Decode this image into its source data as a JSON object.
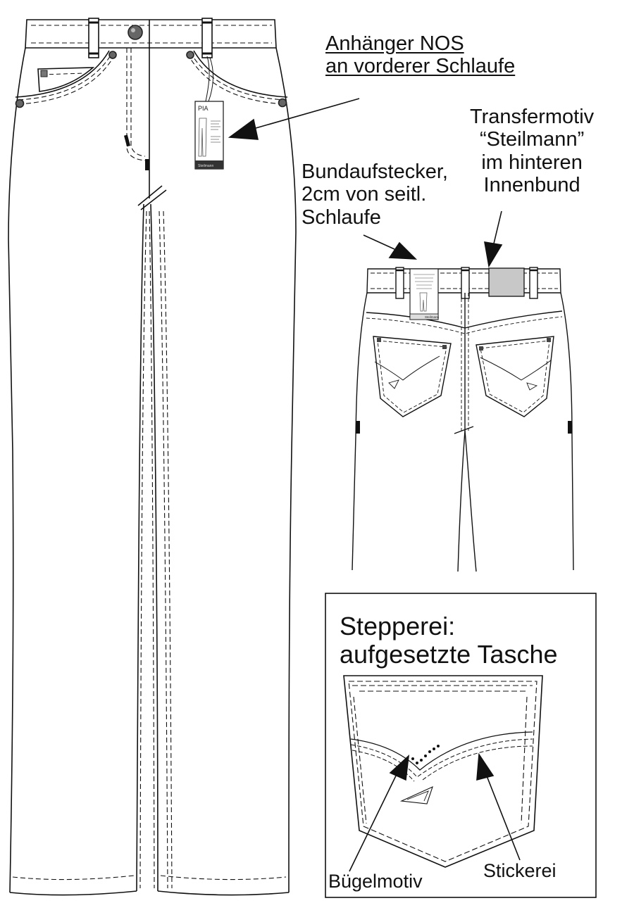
{
  "labels": {
    "anhaenger": [
      "Anhänger NOS",
      "an vorderer Schlaufe"
    ],
    "bundaufstecker": [
      "Bundaufstecker,",
      "2cm von seitl.",
      "Schlaufe"
    ],
    "transfermotiv": [
      "Transfermotiv",
      "“Steilmann”",
      "im hinteren",
      "Innenbund"
    ],
    "stepperei": [
      "Stepperei:",
      "aufgesetzte Tasche"
    ],
    "buegelmotiv": "Bügelmotiv",
    "stickerei": "Stickerei"
  },
  "hangtag": {
    "model": "PIA",
    "brand": "Steilmann"
  },
  "waistband_tag": {
    "brand": "Steilmann"
  },
  "colors": {
    "line": "#111111",
    "patch": "#c8c8c8",
    "background": "#ffffff"
  }
}
